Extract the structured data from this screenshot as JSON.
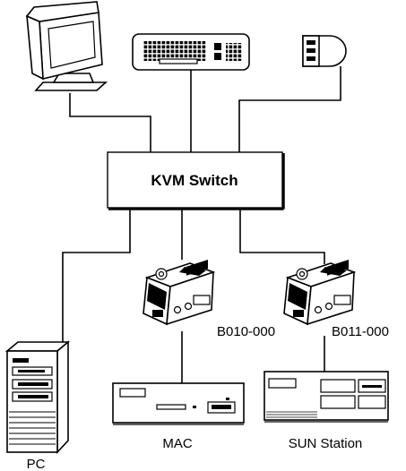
{
  "switch": {
    "label": "KVM Switch"
  },
  "adapters": [
    {
      "label": "B010-000"
    },
    {
      "label": "B011-000"
    }
  ],
  "computers": [
    {
      "label": "PC"
    },
    {
      "label": "MAC"
    },
    {
      "label": "SUN Station"
    }
  ],
  "peripherals": [
    {
      "icon": "monitor-icon"
    },
    {
      "icon": "keyboard-icon"
    },
    {
      "icon": "mouse-icon"
    }
  ]
}
